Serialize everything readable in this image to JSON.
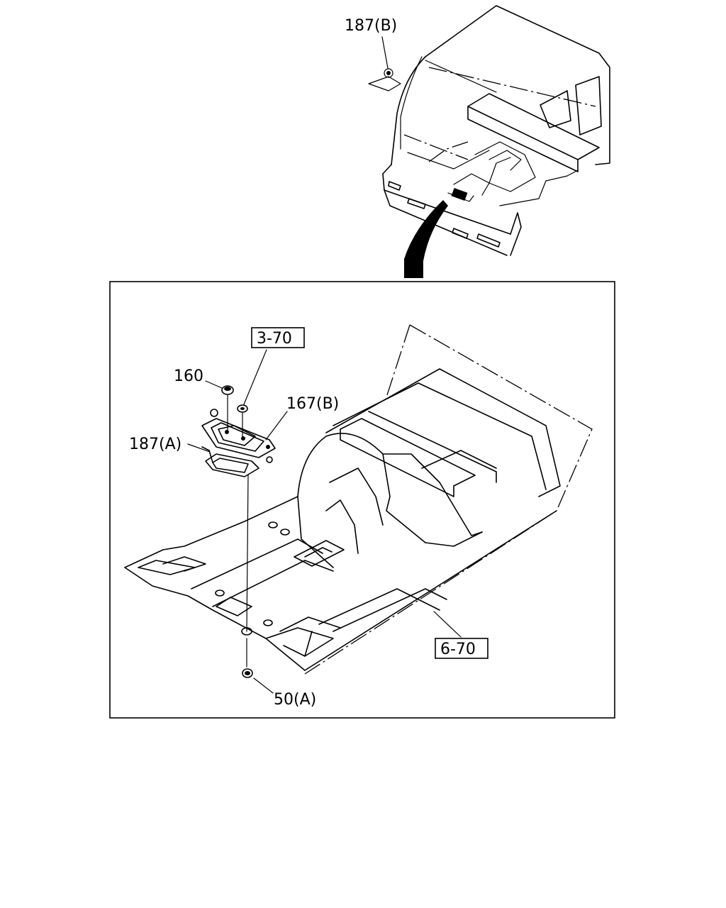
{
  "callouts": {
    "c187b": "187(B)",
    "c370": "3-70",
    "c160": "160",
    "c167b": "167(B)",
    "c187a": "187(A)",
    "c670": "6-70",
    "c50a": "50(A)"
  }
}
